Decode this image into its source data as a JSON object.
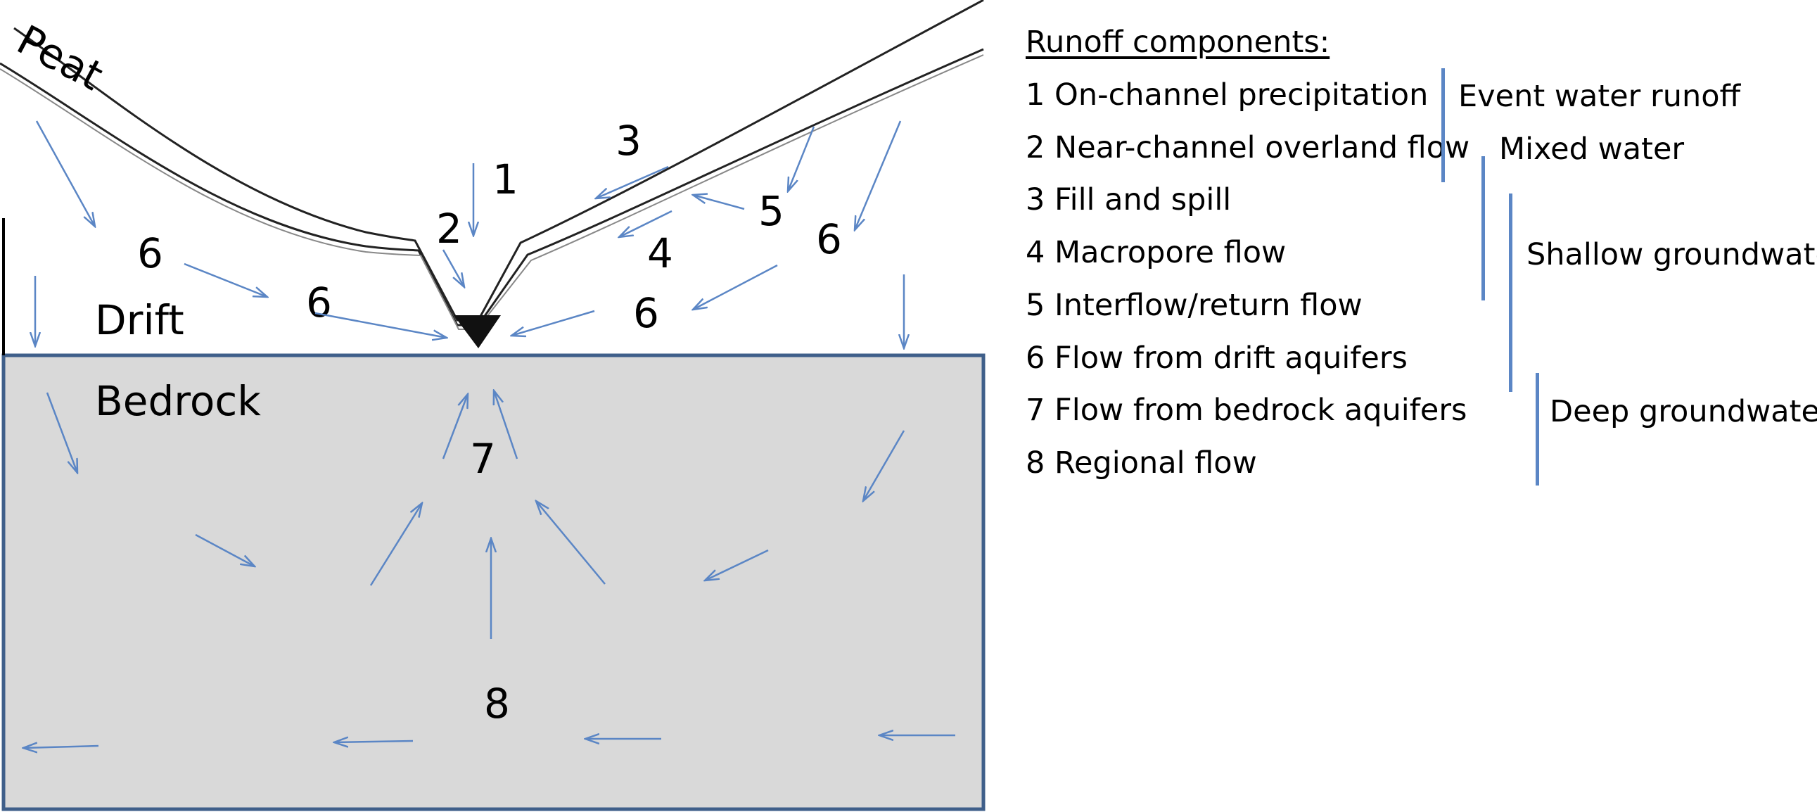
{
  "diagram": {
    "layer_labels": {
      "peat": "Peat",
      "drift": "Drift",
      "bedrock": "Bedrock"
    },
    "component_numbers": [
      "1",
      "2",
      "3",
      "4",
      "5",
      "6",
      "7",
      "8"
    ],
    "arrow_color": "#5b86c5",
    "bedrock_fill": "#d9d9d9",
    "bedrock_border": "#3f5f8a"
  },
  "legend": {
    "title": "Runoff components:",
    "items": [
      "1 On-channel precipitation",
      "2 Near-channel overland flow",
      "3 Fill and spill",
      "4 Macropore flow",
      "5 Interflow/return flow",
      "6 Flow from drift aquifers",
      "7 Flow from bedrock aquifers",
      "8 Regional flow"
    ],
    "groups": [
      "Event water runoff",
      "Mixed water",
      "Shallow groundwater",
      "Deep groundwater"
    ]
  }
}
